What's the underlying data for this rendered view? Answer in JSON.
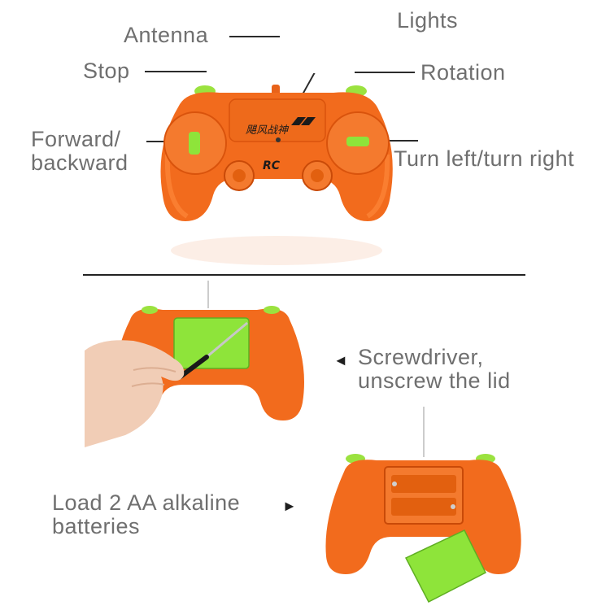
{
  "top_diagram": {
    "labels": {
      "antenna": "Antenna",
      "lights": "Lights",
      "stop": "Stop",
      "rotation": "Rotation",
      "forward_backward": "Forward/\nbackward",
      "turn": "Turn left/turn right"
    },
    "controller_print": {
      "logo_cn": "飓风战神",
      "logo_rc": "RC"
    }
  },
  "bottom_steps": {
    "step1": "Screwdriver,\nunscrew the lid",
    "step2": "Load 2 AA alkaline\nbatteries",
    "arrow_glyph": "◄",
    "arrow_glyph_right": "►"
  },
  "colors": {
    "controller_orange": "#f26b1d",
    "controller_orange_dark": "#d9530c",
    "button_green": "#8ee43a",
    "label_gray": "#6f6f6f",
    "divider": "#222222"
  }
}
